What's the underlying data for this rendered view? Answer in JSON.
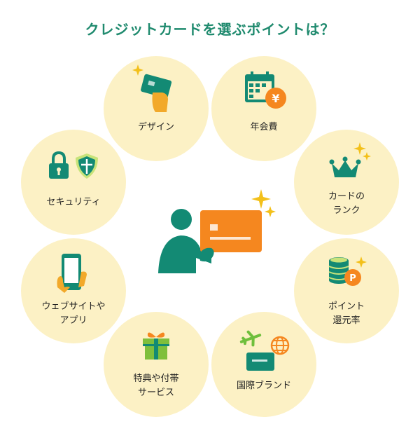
{
  "title": "クレジットカードを選ぶポイントは？",
  "colors": {
    "circle": "#fcf1c5",
    "green": "#138a74",
    "orange": "#f5871f",
    "yellow": "#f3c01a",
    "title": "#1f8a6e"
  },
  "items": [
    {
      "label": "デザイン",
      "icon": "hand-holding-card-icon"
    },
    {
      "label": "年会費",
      "icon": "calendar-yen-icon"
    },
    {
      "label": "カードの\nランク",
      "icon": "crown-icon"
    },
    {
      "label": "ポイント\n還元率",
      "icon": "point-coins-icon"
    },
    {
      "label": "国際ブランド",
      "icon": "airplane-globe-card-icon"
    },
    {
      "label": "特典や付帯\nサービス",
      "icon": "gift-icon"
    },
    {
      "label": "ウェブサイトや\nアプリ",
      "icon": "smartphone-hand-icon"
    },
    {
      "label": "セキュリティ",
      "icon": "lock-shield-icon"
    }
  ]
}
